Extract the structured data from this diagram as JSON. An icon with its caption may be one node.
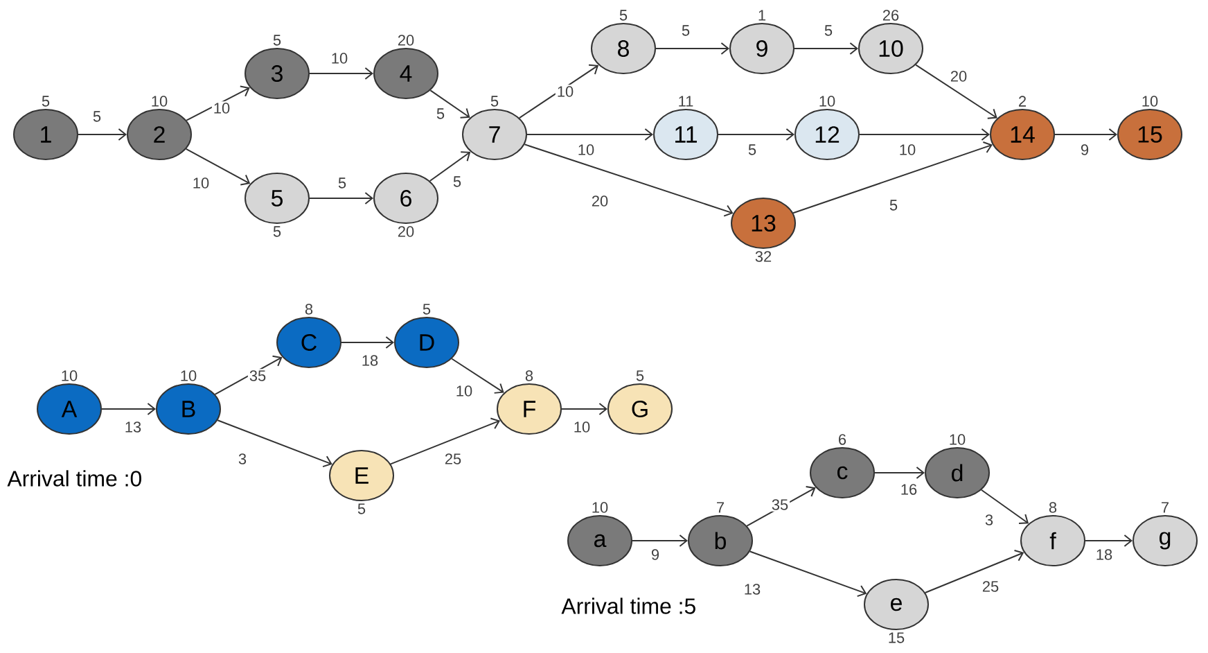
{
  "diagram": {
    "nodes": [
      {
        "text": [
          "1"
        ],
        "beside": [
          "5"
        ]
      },
      {
        "text": [
          "2"
        ],
        "beside": [
          "10"
        ]
      },
      {
        "text": [
          "3"
        ],
        "beside": [
          "5"
        ]
      },
      {
        "text": [
          "4"
        ],
        "beside": [
          "20"
        ]
      },
      {
        "text": [
          "5"
        ],
        "beside": [
          "5"
        ]
      },
      {
        "text": [
          "6"
        ],
        "beside": [
          "20"
        ]
      },
      {
        "text": [
          "7"
        ],
        "beside": [
          "5"
        ]
      },
      {
        "text": [
          "8"
        ],
        "beside": [
          "5"
        ]
      },
      {
        "text": [
          "9"
        ],
        "beside": [
          "1"
        ]
      },
      {
        "text": [
          "10"
        ],
        "beside": [
          "26"
        ]
      },
      {
        "text": [
          "11"
        ],
        "beside": [
          "11"
        ]
      },
      {
        "text": [
          "12"
        ],
        "beside": [
          "10"
        ]
      },
      {
        "text": [
          "13"
        ],
        "beside": [
          "32"
        ]
      },
      {
        "text": [
          "14"
        ],
        "beside": [
          "2"
        ]
      },
      {
        "text": [
          "15"
        ],
        "beside": [
          "10"
        ]
      },
      {
        "text": [
          "A"
        ],
        "beside": [
          "10"
        ]
      },
      {
        "text": [
          "B"
        ],
        "beside": [
          "10"
        ]
      },
      {
        "text": [
          "C"
        ],
        "beside": [
          "8"
        ]
      },
      {
        "text": [
          "D"
        ],
        "beside": [
          "5"
        ]
      },
      {
        "text": [
          "E"
        ],
        "beside": [
          "5"
        ]
      },
      {
        "text": [
          "F"
        ],
        "beside": [
          "8"
        ]
      },
      {
        "text": [
          "G"
        ],
        "beside": [
          "5"
        ]
      },
      {
        "text": [
          "a"
        ],
        "beside": [
          "10"
        ]
      },
      {
        "text": [
          "b"
        ],
        "beside": [
          "7"
        ]
      },
      {
        "text": [
          "c"
        ],
        "beside": [
          "6"
        ]
      },
      {
        "text": [
          "d"
        ],
        "beside": [
          "10"
        ]
      },
      {
        "text": [
          "e"
        ],
        "beside": [
          "15"
        ]
      },
      {
        "text": [
          "f"
        ],
        "beside": [
          "8"
        ]
      },
      {
        "text": [
          "g"
        ],
        "beside": [
          "7"
        ]
      }
    ],
    "edges": [
      {
        "from": 0,
        "to": 1,
        "arrow": "to",
        "label": "5"
      },
      {
        "from": 1,
        "to": 2,
        "arrow": "to",
        "label": "10"
      },
      {
        "from": 1,
        "to": 4,
        "arrow": "to",
        "label": "10"
      },
      {
        "from": 2,
        "to": 3,
        "arrow": "to",
        "label": "10"
      },
      {
        "from": 4,
        "to": 5,
        "arrow": "to",
        "label": "5"
      },
      {
        "from": 3,
        "to": 6,
        "arrow": "to",
        "label": "5"
      },
      {
        "from": 5,
        "to": 6,
        "arrow": "to",
        "label": "5"
      },
      {
        "from": 6,
        "to": 7,
        "arrow": "to",
        "label": "10"
      },
      {
        "from": 6,
        "to": 10,
        "arrow": "to",
        "label": "10"
      },
      {
        "from": 6,
        "to": 12,
        "arrow": "to",
        "label": "20"
      },
      {
        "from": 7,
        "to": 8,
        "arrow": "to",
        "label": "5"
      },
      {
        "from": 8,
        "to": 9,
        "arrow": "to",
        "label": "5"
      },
      {
        "from": 9,
        "to": 13,
        "arrow": "to",
        "label": "20"
      },
      {
        "from": 10,
        "to": 11,
        "arrow": "to",
        "label": "5"
      },
      {
        "from": 11,
        "to": 13,
        "arrow": "to",
        "label": "10"
      },
      {
        "from": 12,
        "to": 13,
        "arrow": "to",
        "label": "5"
      },
      {
        "from": 13,
        "to": 14,
        "arrow": "to",
        "label": "9"
      },
      {
        "from": 15,
        "to": 16,
        "arrow": "to",
        "label": "13"
      },
      {
        "from": 16,
        "to": 17,
        "arrow": "to",
        "label": "35"
      },
      {
        "from": 16,
        "to": 19,
        "arrow": "to",
        "label": "3"
      },
      {
        "from": 17,
        "to": 18,
        "arrow": "to",
        "label": "18"
      },
      {
        "from": 18,
        "to": 20,
        "arrow": "to",
        "label": "10"
      },
      {
        "from": 19,
        "to": 20,
        "arrow": "to",
        "label": "25"
      },
      {
        "from": 20,
        "to": 21,
        "arrow": "to",
        "label": "10"
      },
      {
        "from": 22,
        "to": 23,
        "arrow": "to",
        "label": "9"
      },
      {
        "from": 23,
        "to": 24,
        "arrow": "to",
        "label": "35"
      },
      {
        "from": 23,
        "to": 26,
        "arrow": "to",
        "label": "13"
      },
      {
        "from": 24,
        "to": 25,
        "arrow": "to",
        "label": "16"
      },
      {
        "from": 25,
        "to": 27,
        "arrow": "to",
        "label": "3"
      },
      {
        "from": 26,
        "to": 27,
        "arrow": "to",
        "label": "25"
      },
      {
        "from": 27,
        "to": 28,
        "arrow": "to",
        "label": "18"
      }
    ],
    "labels": [
      "Arrival time :0",
      "Arrival time :5"
    ]
  }
}
